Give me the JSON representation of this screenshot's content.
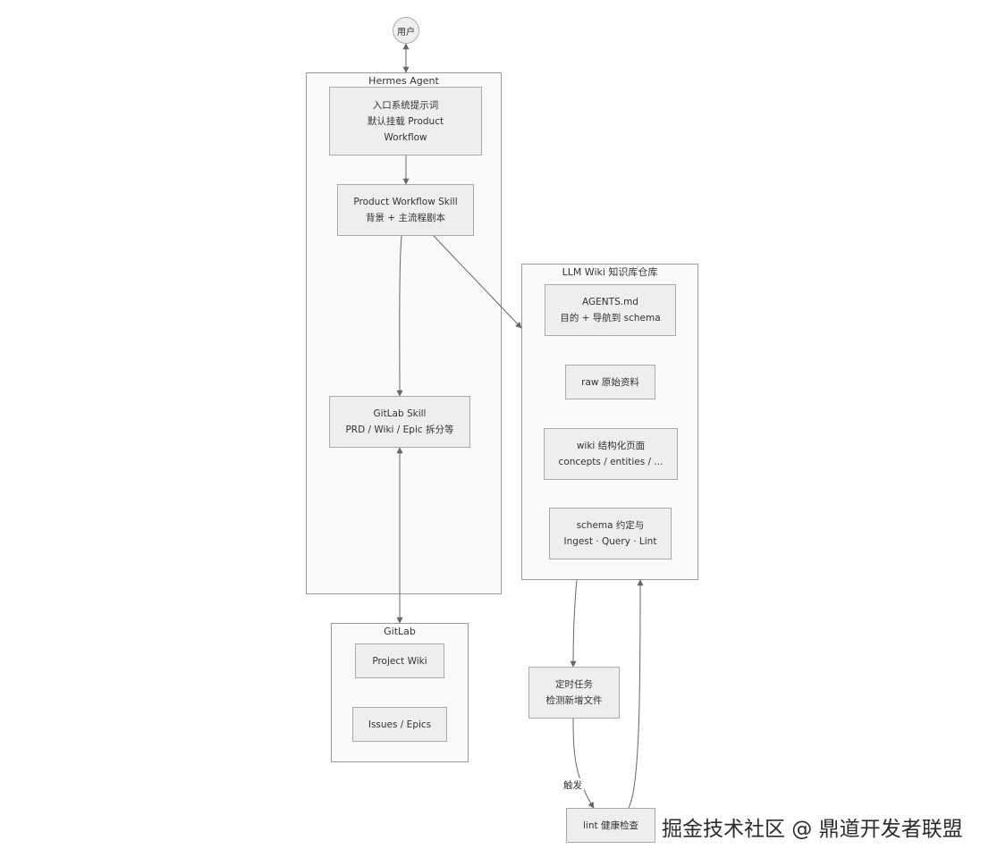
{
  "nodes": {
    "user": "用户",
    "entry_prompt": [
      "入口系统提示词",
      "默认挂载 Product",
      "Workflow"
    ],
    "product_workflow_skill": [
      "Product Workflow Skill",
      "背景 + 主流程剧本"
    ],
    "gitlab_skill": [
      "GitLab Skill",
      "PRD / Wiki / Epic 拆分等"
    ],
    "agents_md": [
      "AGENTS.md",
      "目的 + 导航到 schema"
    ],
    "raw": "raw 原始资料",
    "wiki_pages": [
      "wiki 结构化页面",
      "concepts / entities / ..."
    ],
    "schema": [
      "schema 约定与",
      "Ingest · Query · Lint"
    ],
    "project_wiki": "Project Wiki",
    "issues_epics": "Issues / Epics",
    "scheduled_task": [
      "定时任务",
      "检测新增文件"
    ],
    "lint_check": "lint 健康检查"
  },
  "groups": {
    "hermes_agent": "Hermes Agent",
    "llm_wiki": "LLM Wiki 知识库仓库",
    "gitlab": "GitLab"
  },
  "edge_labels": {
    "trigger": "触发"
  },
  "watermark": "掘金技术社区 @ 鼎道开发者联盟",
  "colors": {
    "node_fill": "#eeeeee",
    "node_border": "#aaaaaa",
    "group_fill": "#fafafa",
    "group_border": "#999999",
    "edge": "#666666"
  }
}
